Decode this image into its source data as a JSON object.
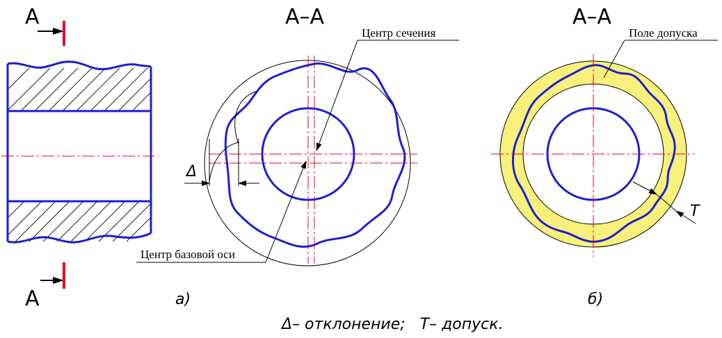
{
  "left_view": {
    "section_letter_top": "A",
    "section_letter_bottom": "A"
  },
  "view_a": {
    "title": "A–A",
    "label_section_center": "Центр сечения",
    "label_base_axis_center": "Центр базовой оси",
    "deviation_symbol": "Δ",
    "caption": "а)"
  },
  "view_b": {
    "title": "A–A",
    "label_tolerance_field": "Поле допуска",
    "tolerance_symbol": "T",
    "caption": "б)"
  },
  "legend": {
    "text": "Δ– отклонение;   Т– допуск."
  },
  "colors": {
    "outline": "#1a1fd1",
    "axis": "#e8001c",
    "tolerance_zone": "#f7f07a",
    "marker": "#e8001c"
  }
}
